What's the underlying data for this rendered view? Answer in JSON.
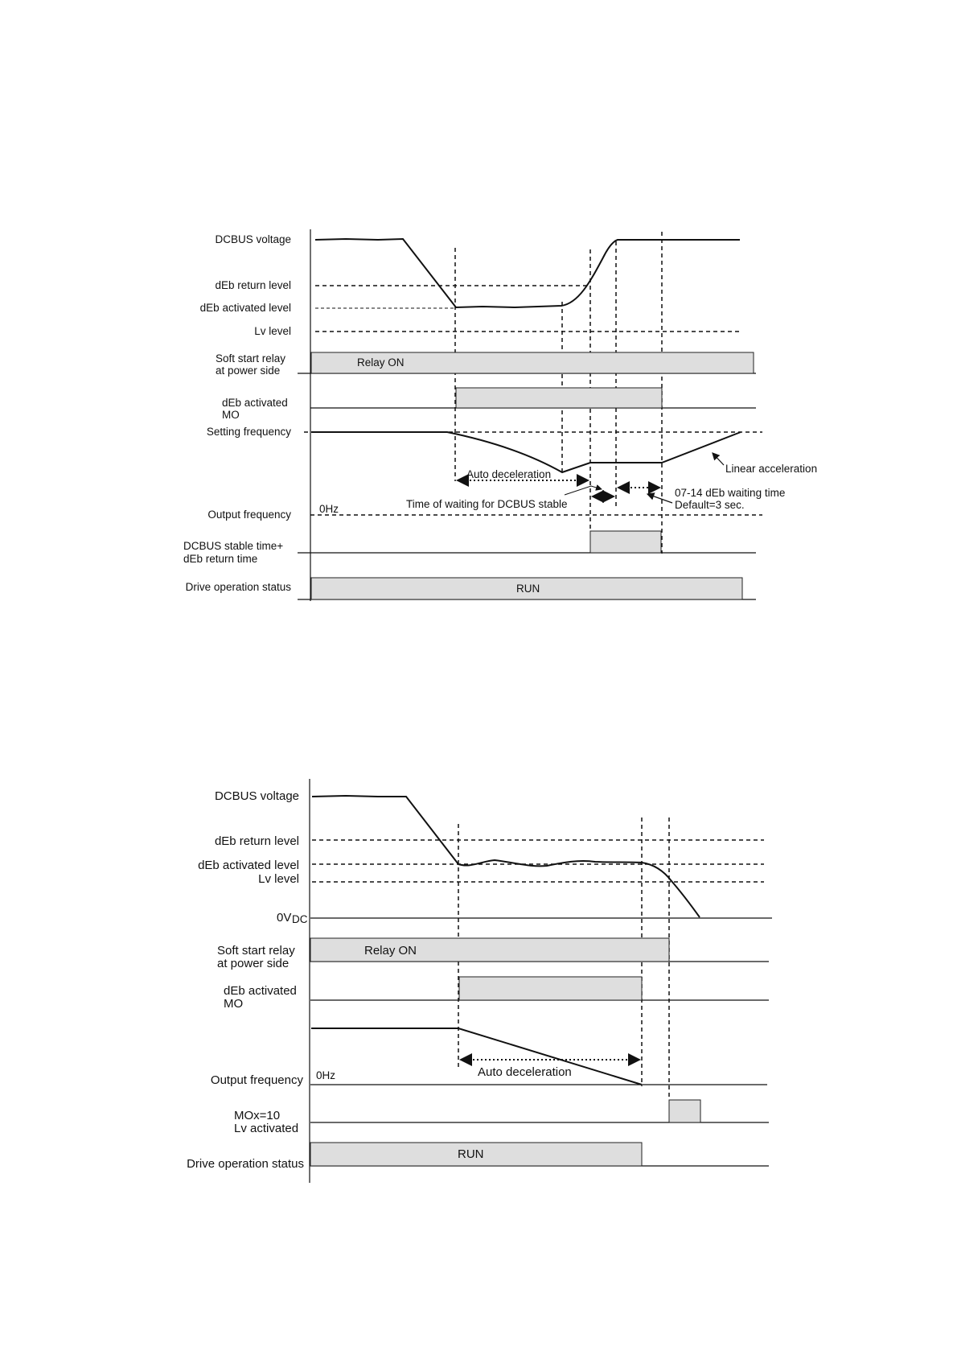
{
  "diagram1": {
    "labels": {
      "dcbus_voltage": "DCBUS voltage",
      "deb_return_level": "dEb  return level",
      "deb_activated_level": "dEb  activated level",
      "lv_level": "Lv level",
      "soft_start_line1": "Soft start relay",
      "soft_start_line2": "at power side",
      "deb_mo_line1": "dEb activated",
      "deb_mo_line2": "MO",
      "setting_frequency": "Setting frequency",
      "output_frequency": "Output frequency",
      "dcbus_stable_line1": "DCBUS stable time+",
      "dcbus_stable_line2": "dEb return time",
      "drive_status": "Drive operation status"
    },
    "boxes": {
      "relay_on": "Relay ON",
      "run": "RUN"
    },
    "annotations": {
      "zero_hz": "0Hz",
      "auto_deceleration": "Auto deceleration",
      "time_waiting": "Time of waiting for DCBUS stable",
      "linear_acceleration": "Linear acceleration",
      "deb_waiting_time": "07-14 dEb waiting time",
      "default": "Default=3 sec."
    }
  },
  "diagram2": {
    "labels": {
      "dcbus_voltage": "DCBUS voltage",
      "deb_return_level": "dEb return level",
      "deb_activated_level": "dEb activated level",
      "lv_level": "Lv level",
      "zero_vdc": "0V",
      "zero_vdc_sub": "DC",
      "soft_start_line1": "Soft start relay",
      "soft_start_line2": "at power side",
      "deb_mo_line1": "dEb activated",
      "deb_mo_line2": "MO",
      "output_frequency": "Output frequency",
      "mox_line1": "MOx=10",
      "mox_line2": "Lv activated",
      "drive_status": "Drive operation status"
    },
    "boxes": {
      "relay_on": "Relay ON",
      "run": "RUN"
    },
    "annotations": {
      "zero_hz": "0Hz",
      "auto_deceleration": "Auto deceleration"
    }
  }
}
